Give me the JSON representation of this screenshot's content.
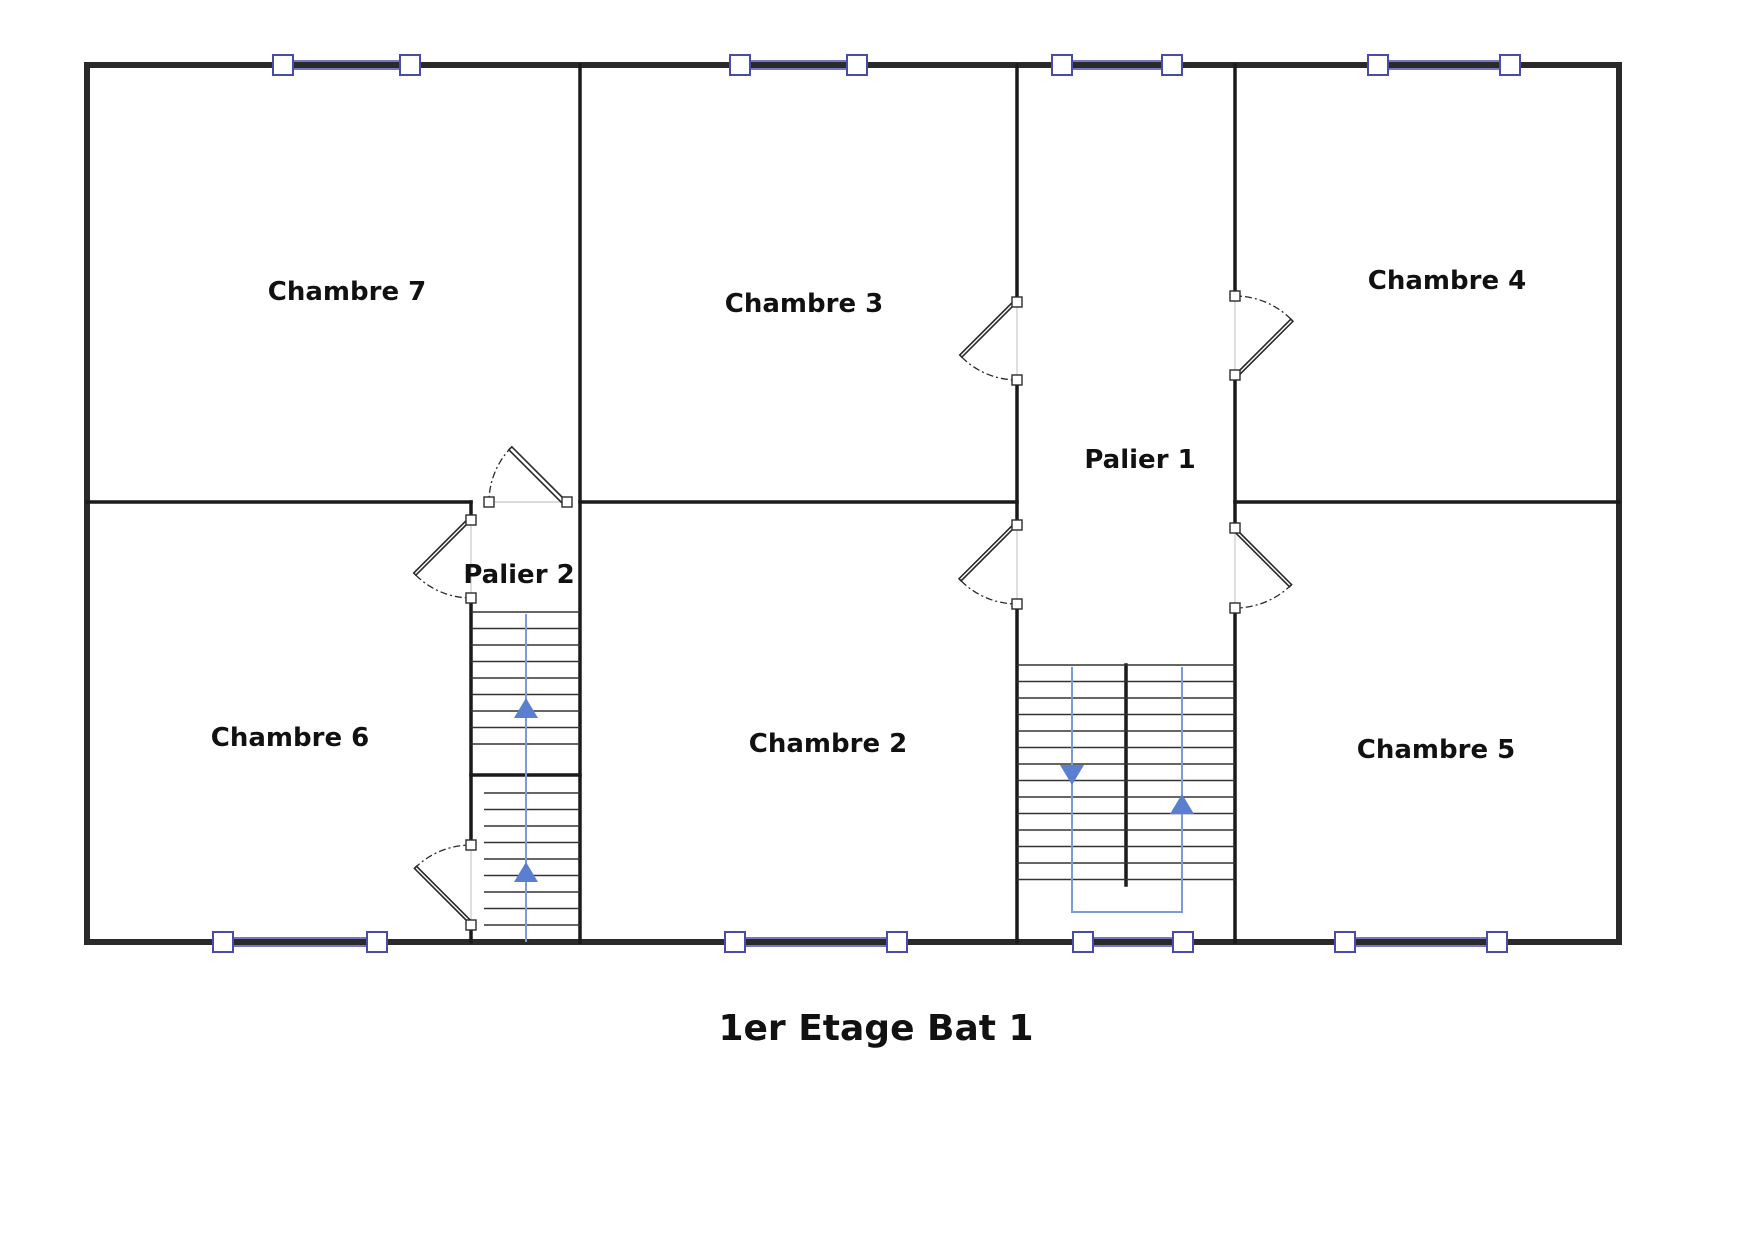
{
  "plan": {
    "title": "1er Etage Bat 1",
    "rooms": [
      {
        "id": "chambre-7",
        "label": "Chambre 7"
      },
      {
        "id": "chambre-3",
        "label": "Chambre 3"
      },
      {
        "id": "chambre-4",
        "label": "Chambre 4"
      },
      {
        "id": "palier-1",
        "label": "Palier 1"
      },
      {
        "id": "palier-2",
        "label": "Palier 2"
      },
      {
        "id": "chambre-6",
        "label": "Chambre 6"
      },
      {
        "id": "chambre-2",
        "label": "Chambre 2"
      },
      {
        "id": "chambre-5",
        "label": "Chambre 5"
      }
    ],
    "colors": {
      "wall": "#1a1a1a",
      "window": "#4a4aa8",
      "stair_flow": "#7a9ad8",
      "stair_arrow": "#5a7ed0"
    }
  }
}
